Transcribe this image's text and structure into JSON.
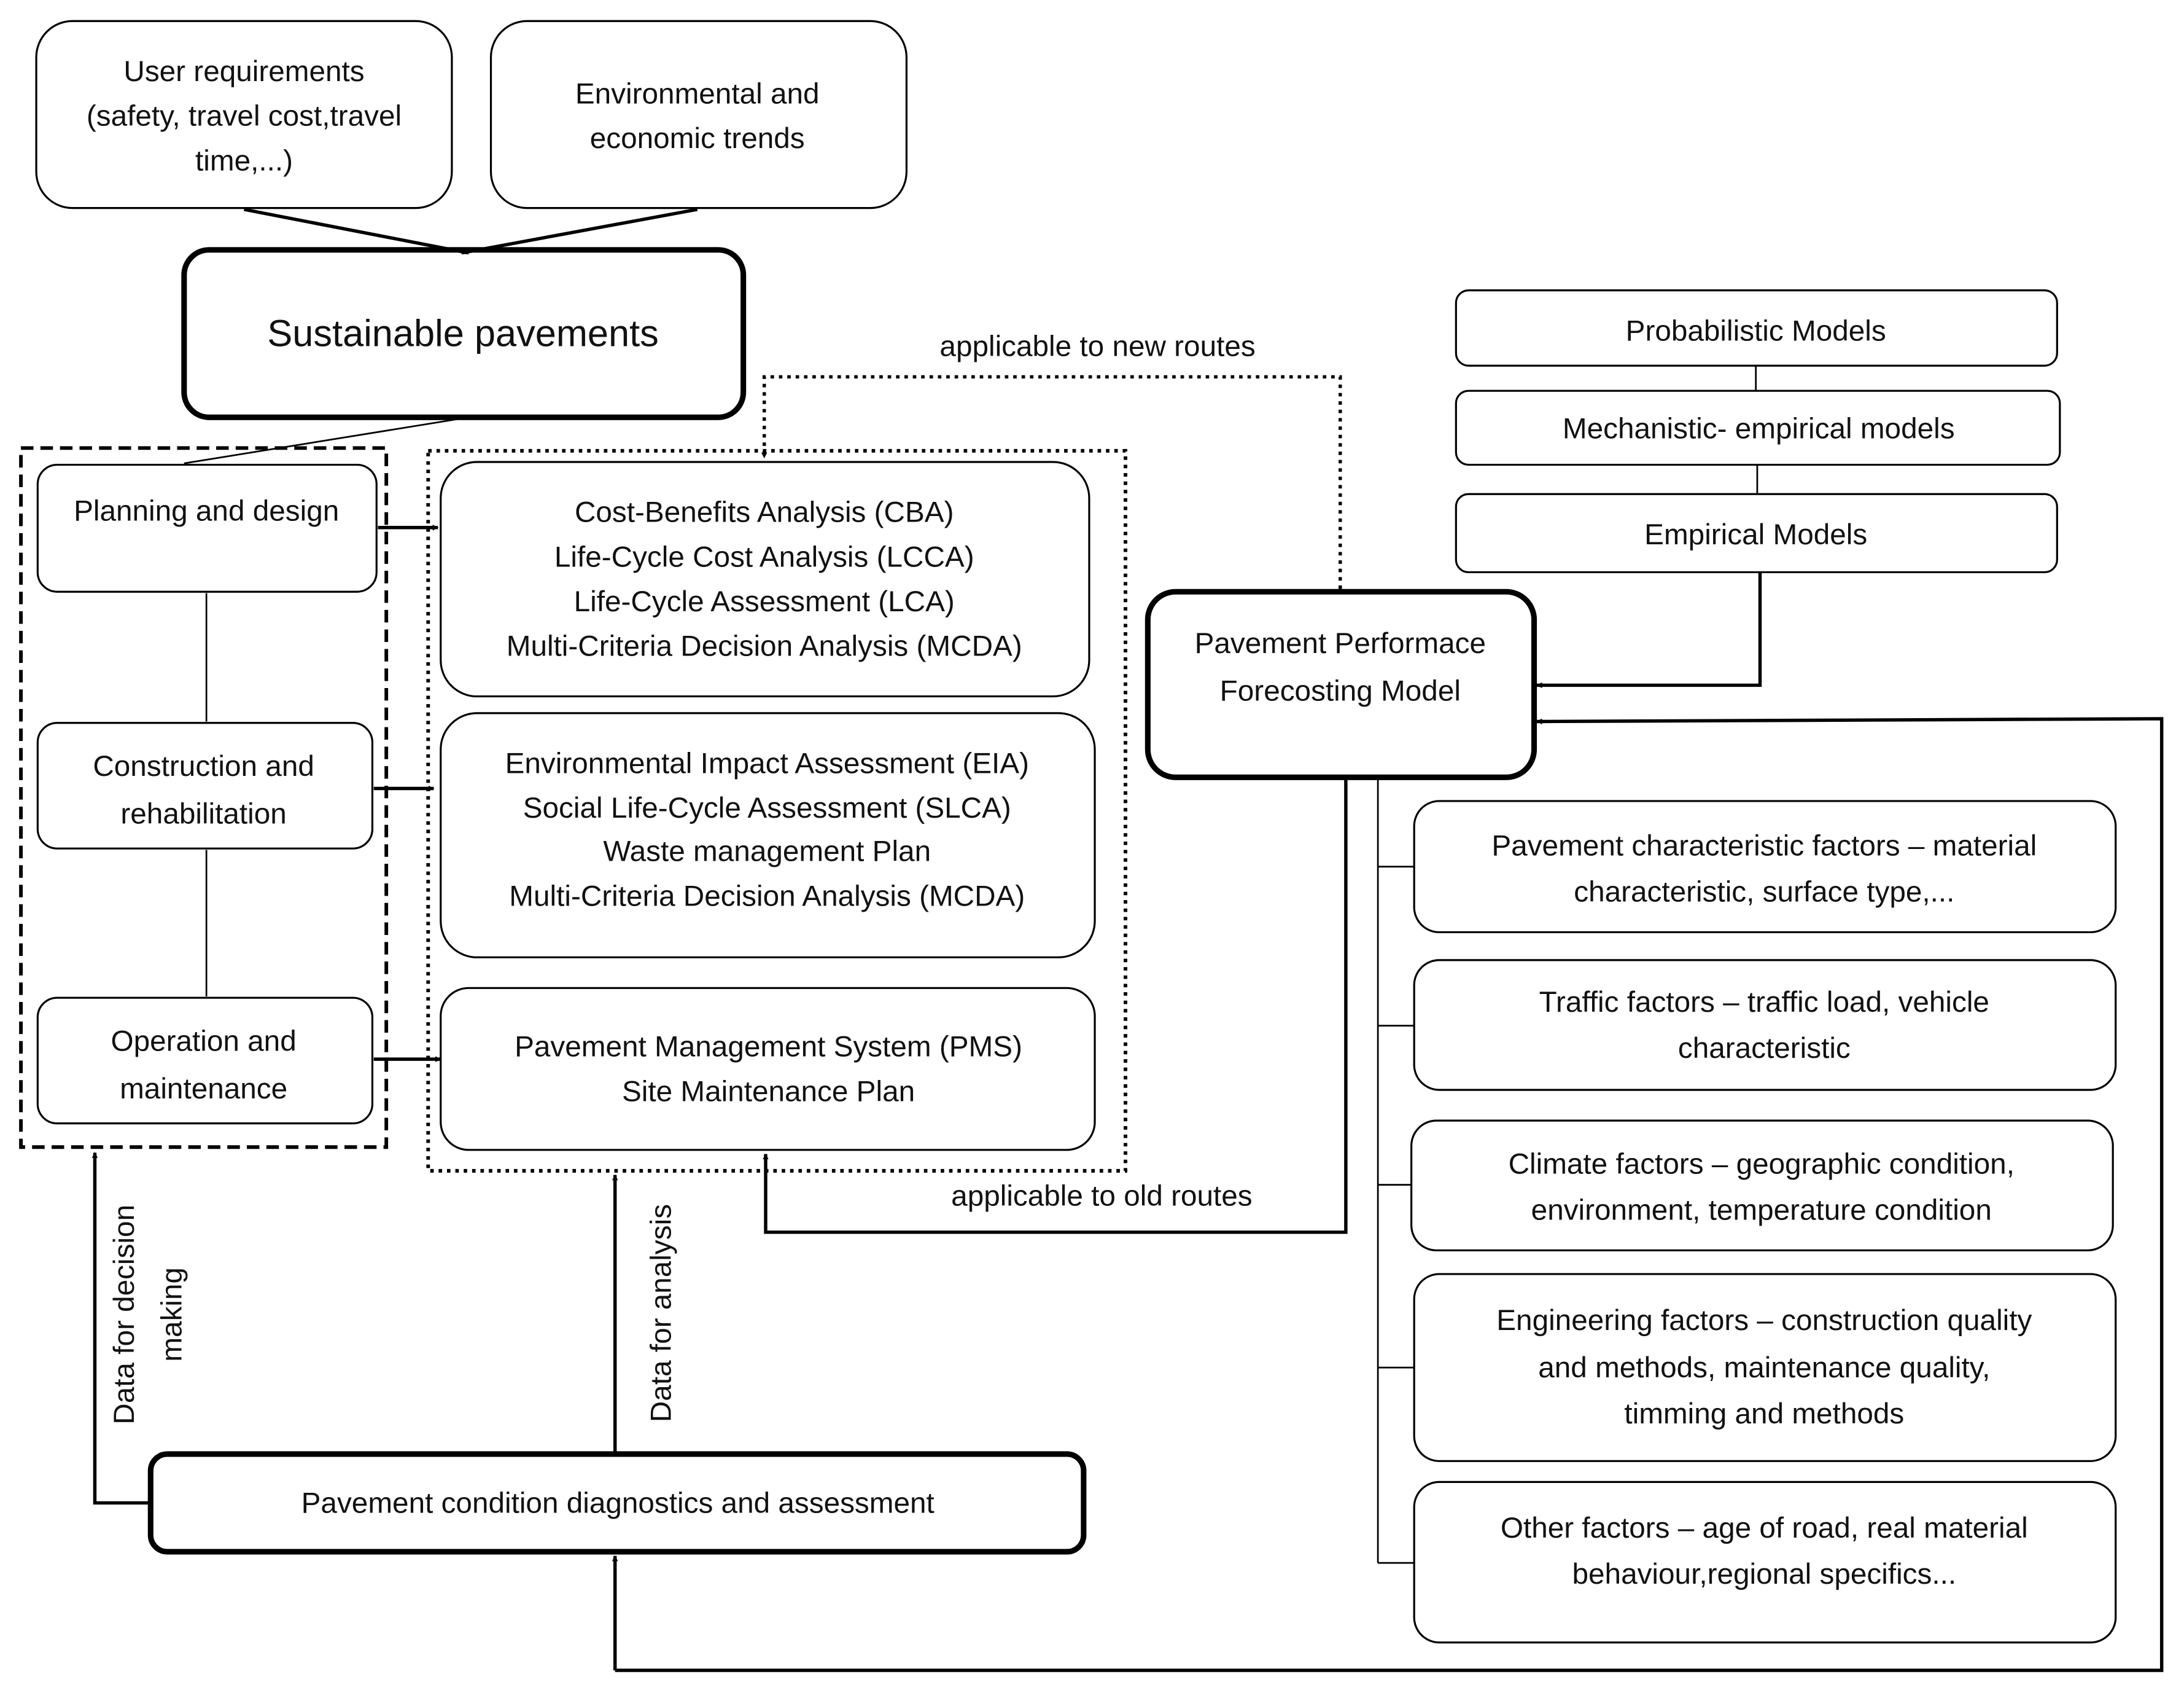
{
  "boxes": {
    "user_requirements": [
      "User requirements",
      "(safety, travel cost,travel",
      "time,...)"
    ],
    "env_trends": [
      "Environmental and",
      "economic trends"
    ],
    "sustainable": [
      "Sustainable pavements"
    ],
    "planning": [
      "Planning and design"
    ],
    "construction": [
      "Construction and",
      "rehabilitation"
    ],
    "operation": [
      "Operation and",
      "maintenance"
    ],
    "methods1": [
      "Cost-Benefits Analysis (CBA)",
      "Life-Cycle Cost Analysis (LCCA)",
      "Life-Cycle Assessment (LCA)",
      "Multi-Criteria Decision Analysis (MCDA)"
    ],
    "methods2": [
      "Environmental Impact Assessment (EIA)",
      "Social Life-Cycle Assessment (SLCA)",
      "Waste management Plan",
      "Multi-Criteria Decision Analysis (MCDA)"
    ],
    "methods3": [
      "Pavement Management System (PMS)",
      "Site Maintenance Plan"
    ],
    "probabilistic": [
      "Probabilistic Models"
    ],
    "mechanistic": [
      "Mechanistic- empirical models"
    ],
    "empirical": [
      "Empirical Models"
    ],
    "forecasting": [
      "Pavement Performace",
      "Forecosting Model"
    ],
    "factor_pavement": [
      "Pavement characteristic factors – material",
      "characteristic, surface type,..."
    ],
    "factor_traffic": [
      "Traffic factors – traffic load, vehicle",
      "characteristic"
    ],
    "factor_climate": [
      "Climate factors – geographic condition,",
      "environment, temperature condition"
    ],
    "factor_engineering": [
      "Engineering factors – construction quality",
      "and methods, maintenance quality,",
      "timming and methods"
    ],
    "factor_other": [
      "Other factors – age of road, real material",
      "behaviour,regional specifics..."
    ],
    "diagnostics": [
      "Pavement condition diagnostics and assessment"
    ]
  },
  "labels": {
    "new_routes": "applicable to new routes",
    "old_routes": "applicable to old routes",
    "decision": [
      "Data for decision",
      "making"
    ],
    "analysis": "Data for analysis"
  }
}
